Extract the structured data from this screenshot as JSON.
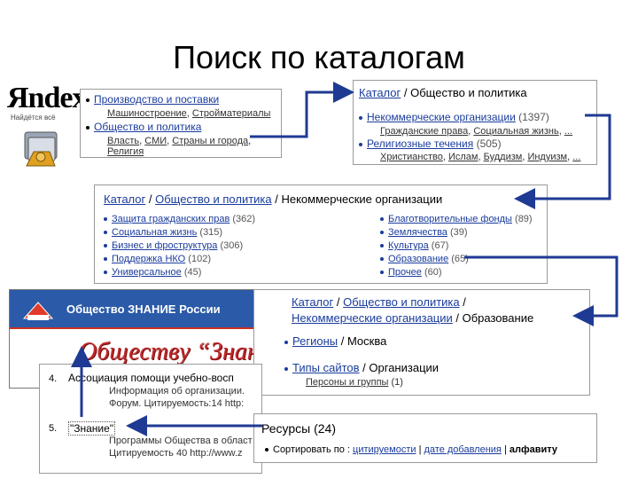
{
  "slide": {
    "title": "Поиск по каталогам"
  },
  "logo": {
    "text": "Яndex",
    "tagline": "Найдётся всё"
  },
  "yandex_box": {
    "items": [
      {
        "label": "Производство и поставки",
        "subs": [
          "Машиностроение",
          "Стройматериалы"
        ]
      },
      {
        "label": "Общество и политика",
        "subs": [
          "Власть",
          "СМИ",
          "Страны и города",
          "Религия"
        ]
      }
    ]
  },
  "catalog1": {
    "breadcrumb": [
      "Каталог",
      "Общество и политика"
    ],
    "items": [
      {
        "label": "Некоммерческие организации",
        "count": "(1397)",
        "subs": [
          "Гражданские права",
          "Социальная жизнь",
          "..."
        ]
      },
      {
        "label": "Религиозные течения",
        "count": "(505)",
        "subs": [
          "Христианство",
          "Ислам",
          "Буддизм",
          "Индуизм",
          "..."
        ]
      }
    ]
  },
  "catalog2": {
    "breadcrumb": [
      "Каталог",
      "Общество и политика",
      "Некоммерческие организации"
    ],
    "left": [
      {
        "label": "Защита гражданских прав",
        "count": "(362)"
      },
      {
        "label": "Социальная жизнь",
        "count": "(315)"
      },
      {
        "label": "Бизнес и фроструктура",
        "count": "(306)"
      },
      {
        "label": "Поддержка НКО",
        "count": "(102)"
      },
      {
        "label": "Универсальное",
        "count": "(45)"
      }
    ],
    "right": [
      {
        "label": "Благотворительные фонды",
        "count": "(89)"
      },
      {
        "label": "Землячества",
        "count": "(39)"
      },
      {
        "label": "Культура",
        "count": "(67)"
      },
      {
        "label": "Образование",
        "count": "(65)"
      },
      {
        "label": "Прочее",
        "count": "(60)"
      }
    ]
  },
  "znanie_site": {
    "header": "Общество ЗНАНИЕ России",
    "banner": "Обществу “Знан"
  },
  "catalog3": {
    "breadcrumb_line1": [
      "Каталог",
      "Общество и политика",
      "/"
    ],
    "breadcrumb_line2": [
      "Некоммерческие организации",
      "Образование"
    ],
    "region": {
      "label": "Регионы",
      "value": "Москва"
    },
    "types": {
      "label": "Типы сайтов",
      "value": "Организации",
      "sub": "Персоны и группы",
      "sub_count": "(1)"
    }
  },
  "results": {
    "items": [
      {
        "num": "4.",
        "title": "Ассоциация помощи учебно-восп",
        "line1": "Информация об организации. ",
        "line2": "Форум. Цитируемость:14 http:"
      },
      {
        "num": "5.",
        "title": "\"Знание\"",
        "line1": "Программы Общества в област",
        "line2": "Цитируемость 40 http://www.z"
      }
    ]
  },
  "resources": {
    "title": "Ресурсы (24)",
    "sort_label": "Сортировать по :",
    "options": [
      "цитируемости",
      "дате добавления",
      "алфавиту"
    ]
  },
  "colors": {
    "link": "#1a3c9c",
    "arrow": "#1f3a93",
    "border": "#9a9a9a"
  }
}
